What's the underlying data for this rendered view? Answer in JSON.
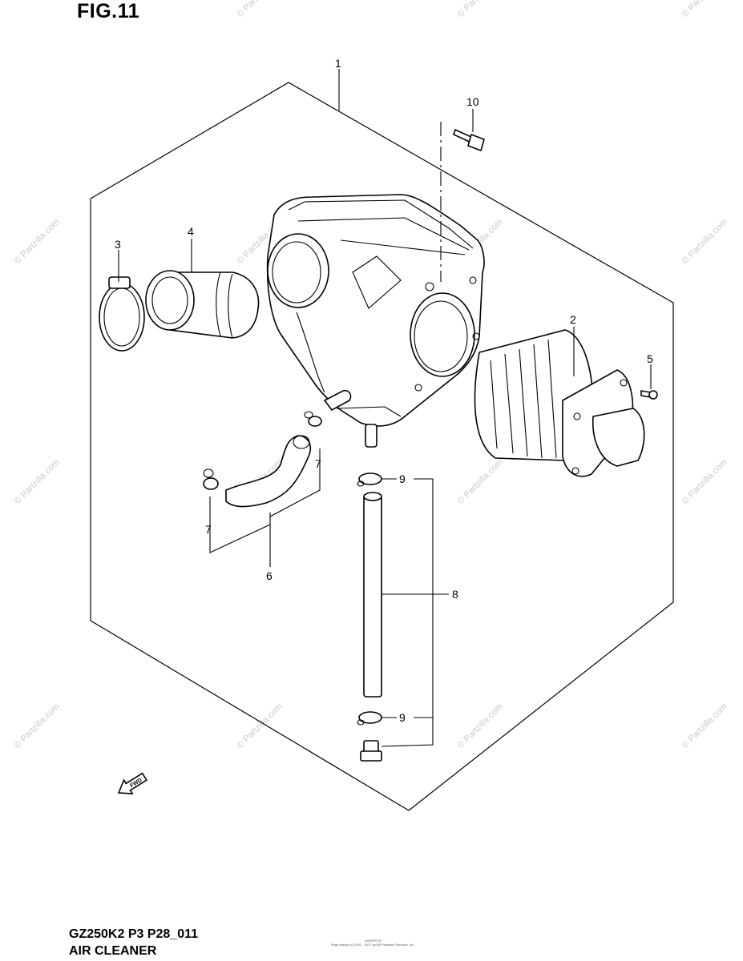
{
  "figure_title": "FIG.11",
  "model_code": "GZ250K2 P3 P28_011",
  "section_name": "AIR CLEANER",
  "fwd_label": "FWD",
  "watermark": "© Partzilla.com",
  "footer_id": "1082R0715",
  "footer_text": "Page design (c) 2001 - 2017 by ARI Network Services, Inc.",
  "callouts": {
    "c1": "1",
    "c2": "2",
    "c3": "3",
    "c4": "4",
    "c5": "5",
    "c6": "6",
    "c7a": "7",
    "c7b": "7",
    "c8": "8",
    "c9a": "9",
    "c9b": "9",
    "c10": "10"
  }
}
